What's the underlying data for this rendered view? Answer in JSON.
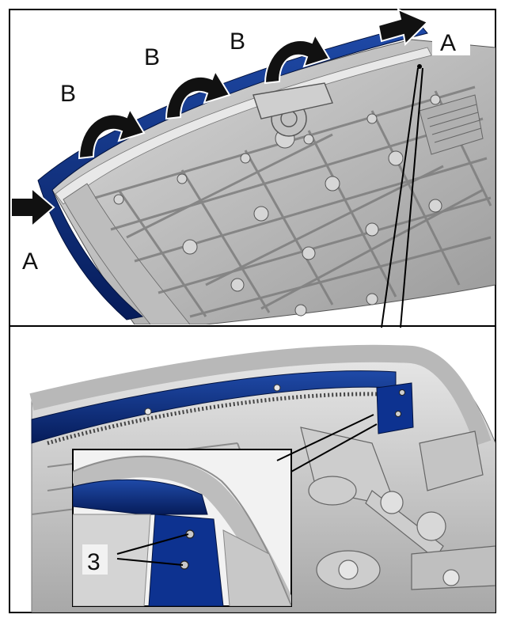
{
  "figure": {
    "labels": {
      "a": "A",
      "b": "B",
      "callout_3": "3"
    },
    "colors": {
      "trim": "#0a2a78",
      "trim_edge": "#1e4aa8",
      "panel": "#c9c9c9",
      "panel_dark": "#8c8c8c",
      "line": "#000000"
    },
    "icons": [
      "push-arrow-icon",
      "curved-arrow-icon"
    ]
  }
}
